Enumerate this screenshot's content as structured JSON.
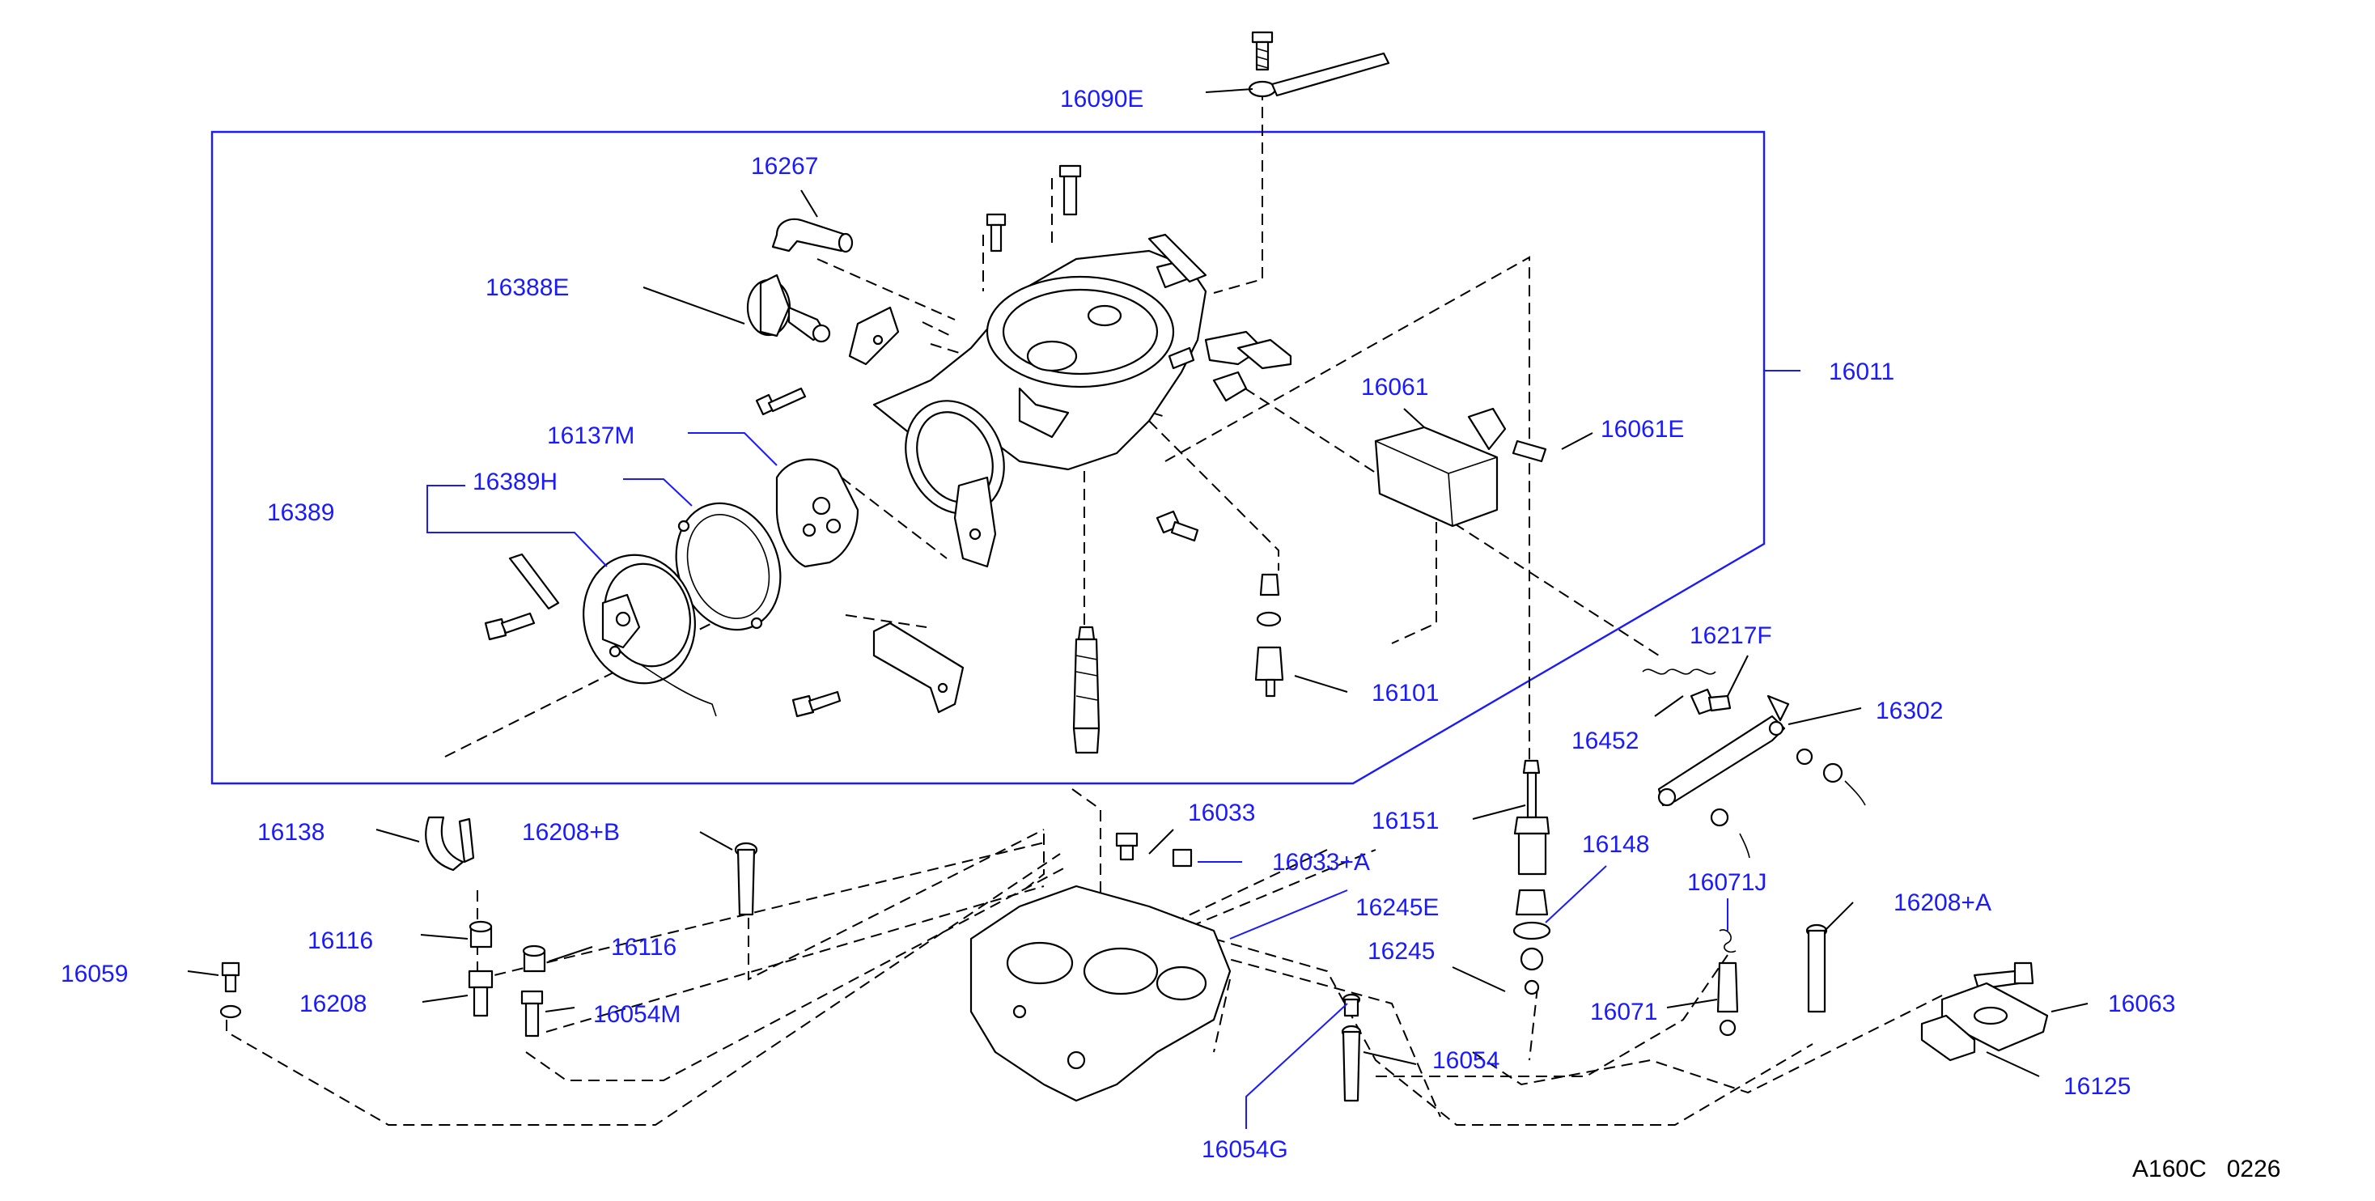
{
  "diagram_code": "A160C   0226",
  "callouts": {
    "p16090E": "16090E",
    "p16267": "16267",
    "p16388E": "16388E",
    "p16011": "16011",
    "p16061": "16061",
    "p16061E": "16061E",
    "p16137M": "16137M",
    "p16389H": "16389H",
    "p16389": "16389",
    "p16217F": "16217F",
    "p16302": "16302",
    "p16101": "16101",
    "p16452": "16452",
    "p16151": "16151",
    "p16033": "16033",
    "p16138": "16138",
    "p16208B": "16208+B",
    "p16148": "16148",
    "p16033A": "16033+A",
    "p16071J": "16071J",
    "p16245E": "16245E",
    "p16208A": "16208+A",
    "p16116a": "16116",
    "p16116b": "16116",
    "p16059": "16059",
    "p16245": "16245",
    "p16063": "16063",
    "p16208": "16208",
    "p16054M": "16054M",
    "p16071": "16071",
    "p16054": "16054",
    "p16125": "16125",
    "p16054G": "16054G"
  },
  "colors": {
    "callout": "#1a1aff",
    "drawing": "#000000",
    "background": "#ffffff"
  }
}
